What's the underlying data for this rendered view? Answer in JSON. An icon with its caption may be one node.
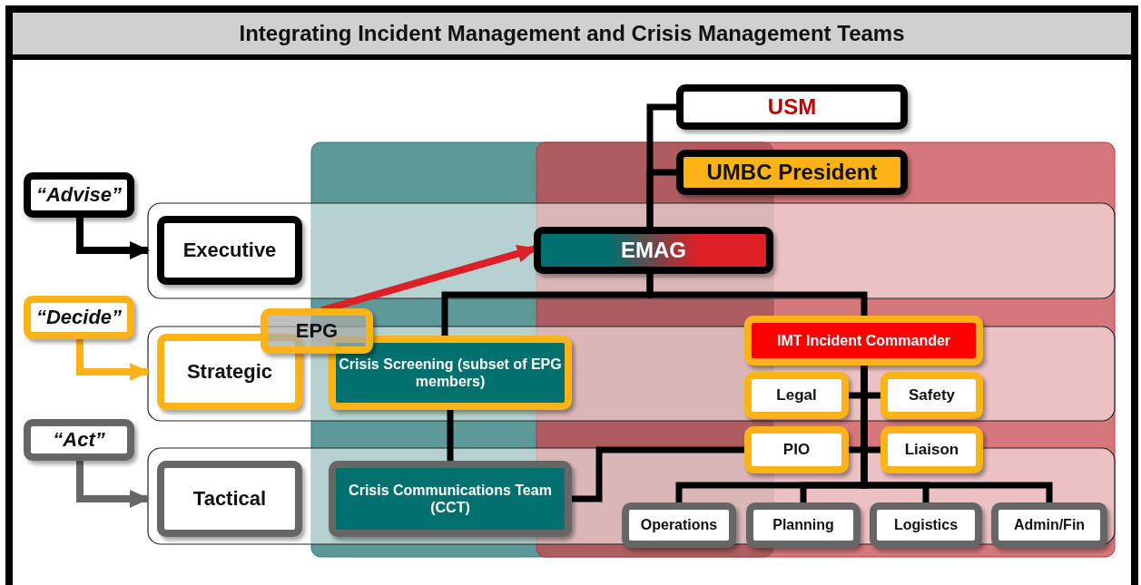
{
  "diagram": {
    "title": "Integrating Incident Management and Crisis Management Teams",
    "nodes": [
      {
        "text": [
          "USM"
        ]
      },
      {
        "text": [
          "UMBC President"
        ]
      },
      {
        "text": [
          "“Advise”"
        ]
      },
      {
        "text": [
          "Executive"
        ]
      },
      {
        "text": [
          "EMAG"
        ]
      },
      {
        "text": [
          "“Decide”"
        ]
      },
      {
        "text": [
          "EPG"
        ]
      },
      {
        "text": [
          "Strategic"
        ]
      },
      {
        "text": [
          "Crisis Screening (subset of EPG members)"
        ]
      },
      {
        "text": [
          "IMT Incident Commander"
        ]
      },
      {
        "text": [
          "Legal"
        ]
      },
      {
        "text": [
          "Safety"
        ]
      },
      {
        "text": [
          "“Act”"
        ]
      },
      {
        "text": [
          "PIO"
        ]
      },
      {
        "text": [
          "Liaison"
        ]
      },
      {
        "text": [
          "Tactical"
        ]
      },
      {
        "text": [
          "Crisis Communications Team (CCT)"
        ]
      },
      {
        "text": [
          "Operations"
        ]
      },
      {
        "text": [
          "Planning"
        ]
      },
      {
        "text": [
          "Logistics"
        ]
      },
      {
        "text": [
          "Admin/Fin"
        ]
      }
    ],
    "edges": [
      {
        "from": 2,
        "to": 3,
        "arrow": "to"
      },
      {
        "from": 5,
        "to": 7,
        "arrow": "to",
        "color": "#fbb316"
      },
      {
        "from": 12,
        "to": 15,
        "arrow": "to",
        "color": "#666666"
      },
      {
        "from": 6,
        "to": 4,
        "arrow": "to",
        "color": "#dd2026"
      },
      {
        "from": 0,
        "to": 4,
        "arrow": "none"
      },
      {
        "from": 1,
        "to": 4,
        "arrow": "none"
      },
      {
        "from": 4,
        "to": 8,
        "arrow": "none"
      },
      {
        "from": 4,
        "to": 9,
        "arrow": "none"
      },
      {
        "from": 8,
        "to": 16,
        "arrow": "none"
      },
      {
        "from": 9,
        "to": 10,
        "arrow": "none"
      },
      {
        "from": 9,
        "to": 11,
        "arrow": "none"
      },
      {
        "from": 9,
        "to": 13,
        "arrow": "none"
      },
      {
        "from": 9,
        "to": 14,
        "arrow": "none"
      },
      {
        "from": 13,
        "to": 16,
        "arrow": "none"
      },
      {
        "from": 9,
        "to": 17,
        "arrow": "none"
      },
      {
        "from": 9,
        "to": 18,
        "arrow": "none"
      },
      {
        "from": 9,
        "to": 19,
        "arrow": "none"
      },
      {
        "from": 9,
        "to": 20,
        "arrow": "none"
      }
    ]
  }
}
